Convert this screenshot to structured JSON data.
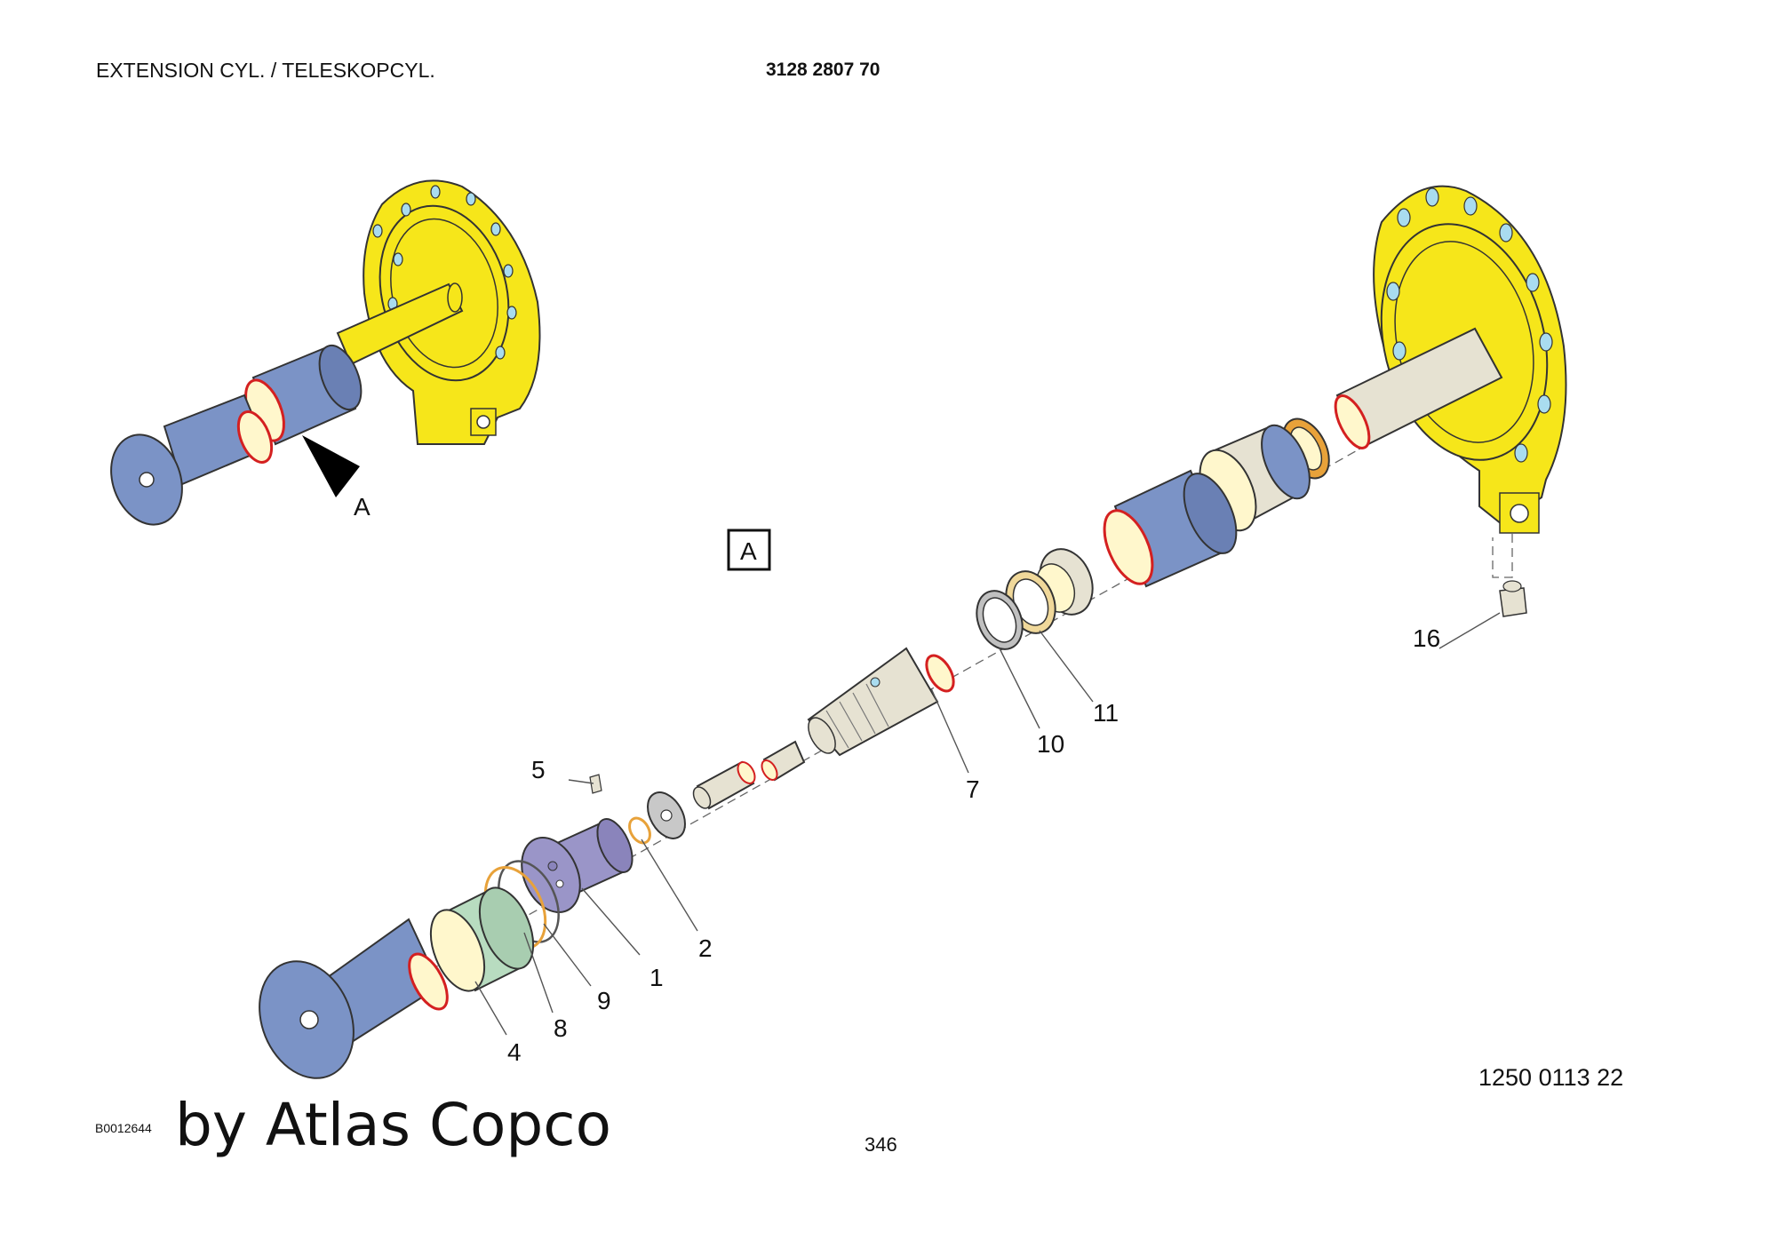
{
  "header": {
    "title": "EXTENSION CYL. / TELESKOPCYL.",
    "part_number": "3128 2807 70"
  },
  "detail_view": {
    "label": "A",
    "pointer_label": "A"
  },
  "callouts": [
    "1",
    "2",
    "4",
    "5",
    "7",
    "8",
    "9",
    "10",
    "11",
    "16"
  ],
  "footer": {
    "drawing_number": "1250 0113 22",
    "figure_code": "B0012644",
    "watermark": "by Atlas Copco",
    "page_number": "346"
  },
  "colors": {
    "flange_yellow": "#f6e61a",
    "barrel_blue": "#7b93c6",
    "piston_purple": "#9a95c8",
    "guide_green": "#b8dcc0",
    "seal_orange": "#e8a23a",
    "bore_cream": "#fff7cc",
    "rod_beige": "#e6e2d2",
    "cut_red": "#d42020"
  }
}
